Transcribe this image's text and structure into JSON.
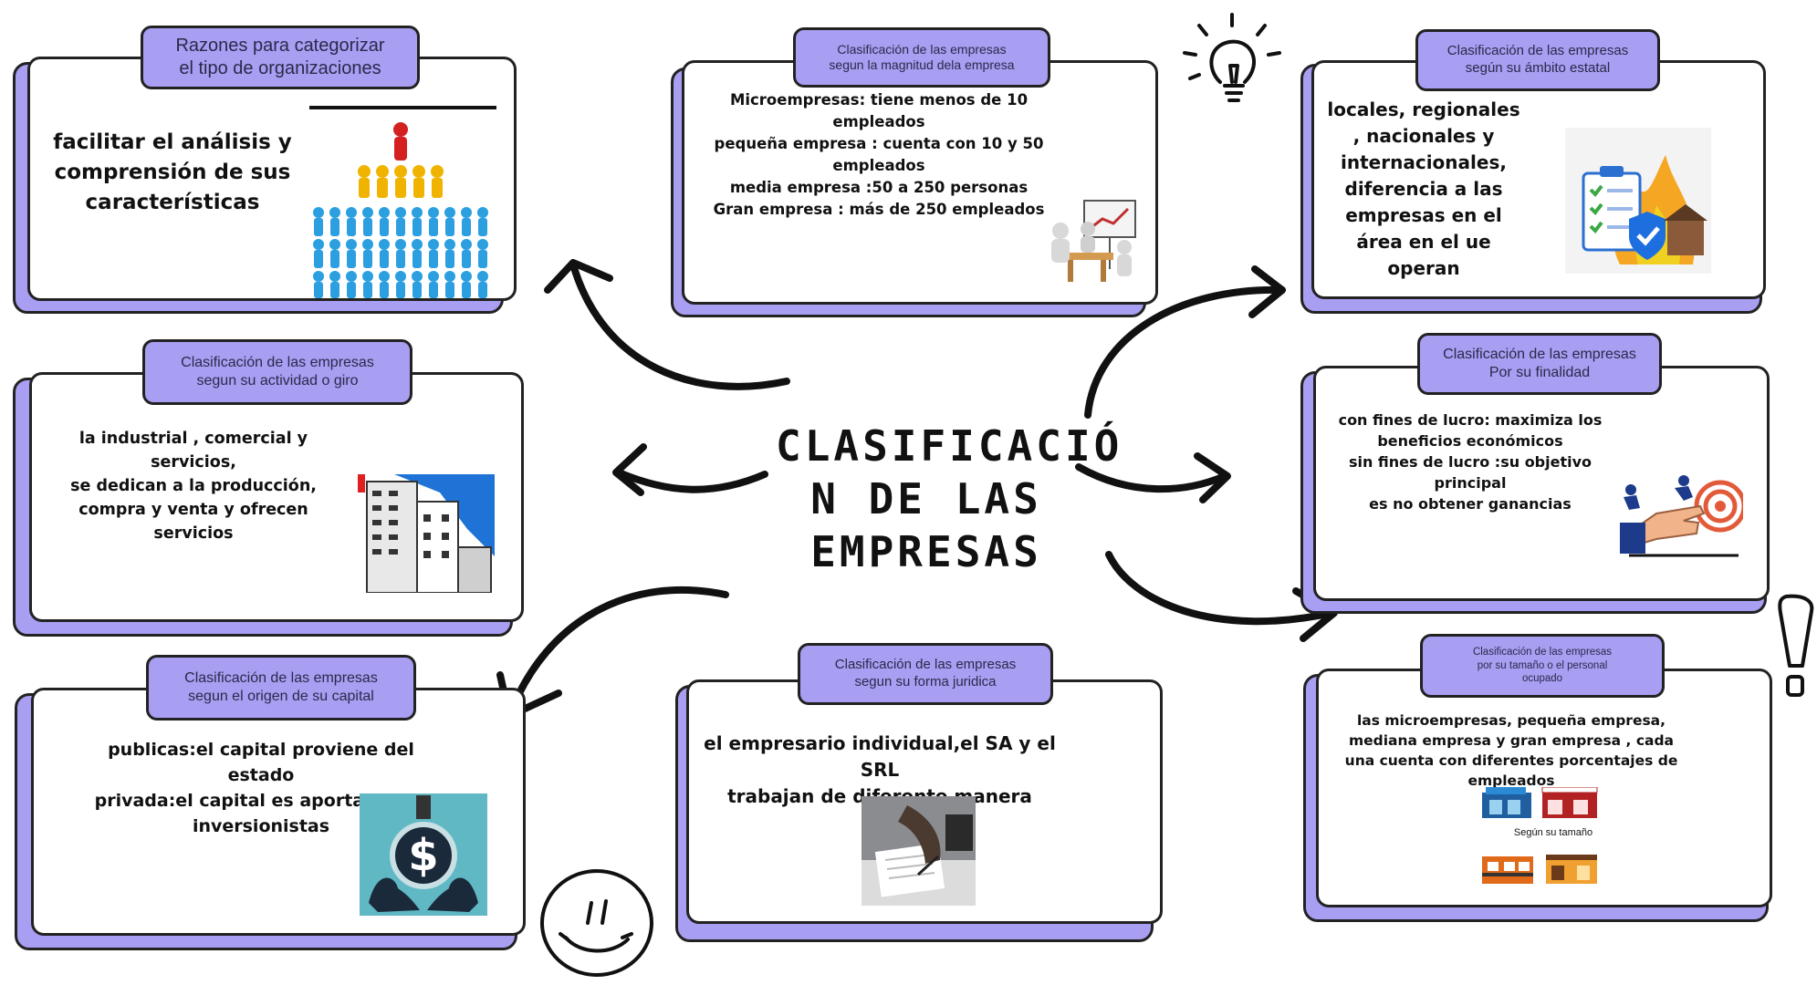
{
  "center": {
    "title": "CLASIFICACIÓ\nN DE LAS\nEMPRESAS"
  },
  "cards": {
    "razones": {
      "tab": "Razones para categorizar\nel tipo de organizaciones",
      "text": "facilitar el análisis y\ncomprensión de sus\ncaracterísticas"
    },
    "magnitud": {
      "tab": "Clasificación de las empresas\nsegun la magnitud dela empresa",
      "text": "Microempresas: tiene menos de 10 empleados\npequeña empresa : cuenta con 10 y 50\nempleados\nmedia empresa :50 a 250 personas\nGran empresa : más de 250 empleados"
    },
    "ambito": {
      "tab": "Clasificación de las empresas\nsegún su ámbito estatal",
      "text": "locales, regionales\n, nacionales y\ninternacionales,\ndiferencia a las\nempresas en el\nárea en el ue\noperan"
    },
    "actividad": {
      "tab": "Clasificación de las empresas\nsegun su actividad o giro",
      "text": "la industrial , comercial y servicios,\nse dedican a la producción,\ncompra y venta y ofrecen servicios"
    },
    "finalidad": {
      "tab": "Clasificación de las empresas\nPor su finalidad",
      "text": "con fines de lucro: maximiza los\nbeneficios económicos\nsin fines de lucro :su objetivo principal\nes no obtener ganancias"
    },
    "origen": {
      "tab": "Clasificación de las empresas\nsegun el origen de su capital",
      "text": "publicas:el capital proviene del estado\nprivada:el capital es aportado por\ninversionistas"
    },
    "juridica": {
      "tab": "Clasificación de las empresas\nsegun su forma juridica",
      "text": "el empresario individual,el SA y el SRL\ntrabajan de diferente manera"
    },
    "tamano": {
      "tab": "Clasificación de las empresas\npor su tamaño o el personal\nocupado",
      "text": "las microempresas, pequeña empresa,\nmediana empresa y gran empresa , cada\nuna cuenta con diferentes porcentajes de empleados",
      "image_caption": "Según su tamaño"
    }
  },
  "colors": {
    "accent": "#a89ef2",
    "outline": "#222222",
    "background": "#ffffff"
  },
  "icons": [
    "lightbulb-icon",
    "smiley-icon",
    "exclamation-icon",
    "dollar-hands-icon",
    "people-pyramid-icon",
    "target-hand-icon",
    "buildings-icon",
    "meeting-icon",
    "checklist-fire-icon",
    "document-signing-icon",
    "small-shops-icon"
  ]
}
